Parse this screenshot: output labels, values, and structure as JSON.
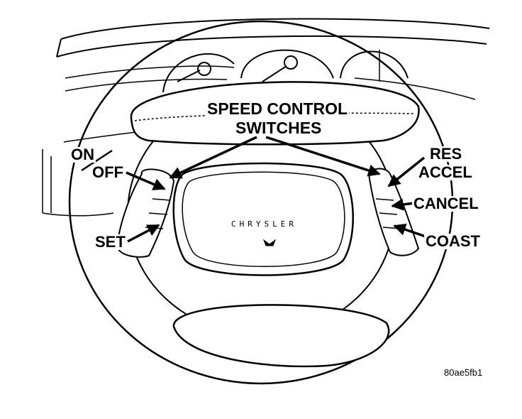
{
  "diagram": {
    "title_line1": "SPEED CONTROL",
    "title_line2": "SWITCHES",
    "left_labels": {
      "on": "ON",
      "off": "OFF",
      "set": "SET"
    },
    "right_labels": {
      "res": "RES",
      "accel": "ACCEL",
      "cancel": "CANCEL",
      "coast": "COAST"
    },
    "brand": "CHRYSLER",
    "figure_code": "80ae5fb1"
  },
  "colors": {
    "ink": "#000000",
    "paper": "#ffffff"
  }
}
